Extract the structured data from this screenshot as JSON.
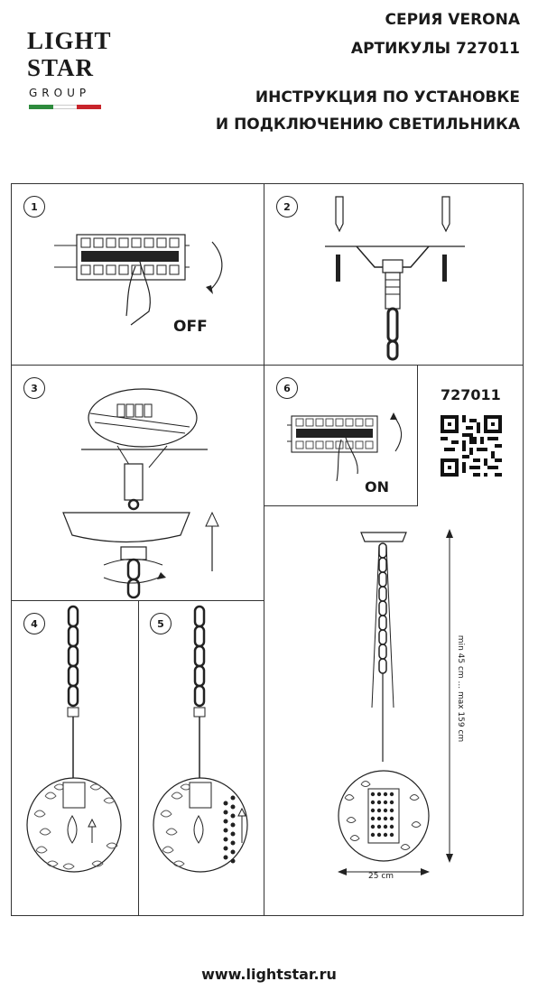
{
  "logo": {
    "line1": "LIGHT",
    "line2": "STAR",
    "line3": "GROUP",
    "flag_colors": [
      "#2e8b3d",
      "#ffffff",
      "#c8242b"
    ]
  },
  "header": {
    "series": "СЕРИЯ VERONA",
    "articles": "АРТИКУЛЫ 727011",
    "instr_line1": "ИНСТРУКЦИЯ ПО УСТАНОВКЕ",
    "instr_line2": "И ПОДКЛЮЧЕНИЮ СВЕТИЛЬНИКА"
  },
  "steps": {
    "s1": "1",
    "s2": "2",
    "s3": "3",
    "s4": "4",
    "s5": "5",
    "s6": "6"
  },
  "labels": {
    "off": "OFF",
    "on": "ON",
    "article_code": "727011",
    "height_range": "min 45 cm ... max 159 cm",
    "width": "25 cm"
  },
  "footer": {
    "url": "www.lightstar.ru"
  }
}
